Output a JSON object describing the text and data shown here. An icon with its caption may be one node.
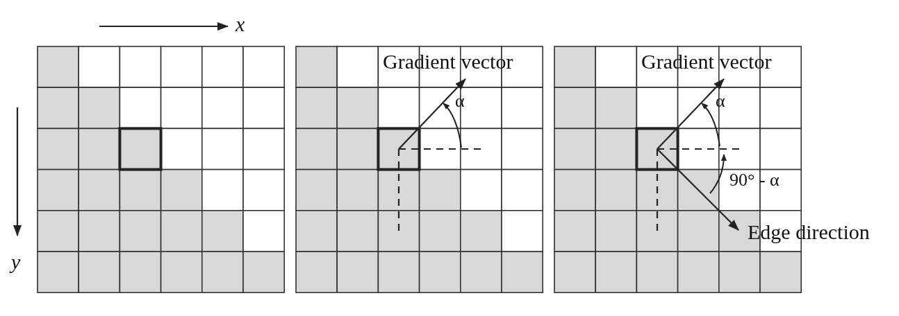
{
  "diagram": {
    "labels": [
      "x",
      "Gradient vector",
      "Gradient vector",
      "α",
      "α",
      "90° - α",
      "Edge direction",
      "y"
    ]
  }
}
